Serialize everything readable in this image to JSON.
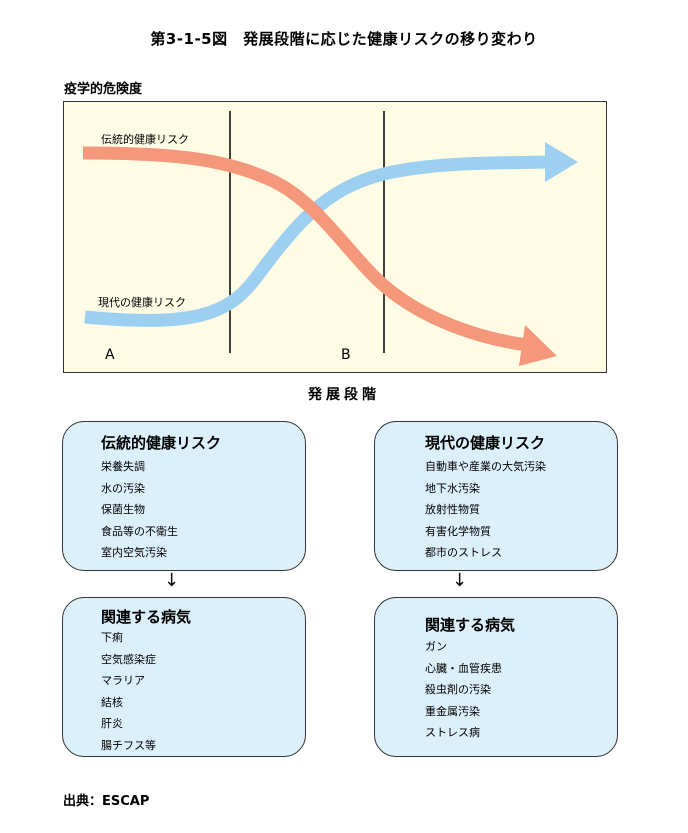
{
  "figure": {
    "title": "第3-1-5図　発展段階に応じた健康リスクの移り変わり",
    "y_axis_label": "疫学的危険度",
    "x_axis_label": "発展段階",
    "curves": [
      {
        "name": "伝統的健康リスク",
        "color": "#f4977a"
      },
      {
        "name": "現代の健康リスク",
        "color": "#9ccff0"
      }
    ],
    "stage_labels": [
      "A",
      "B"
    ],
    "chart_background": "#fffce6",
    "box_background": "#dcf0fb"
  },
  "boxes": {
    "traditional_risk": {
      "title": "伝統的健康リスク",
      "items": [
        "栄養失調",
        "水の汚染",
        "保菌生物",
        "食品等の不衛生",
        "室内空気汚染"
      ]
    },
    "modern_risk": {
      "title": "現代の健康リスク",
      "items": [
        "自動車や産業の大気汚染",
        "地下水汚染",
        "放射性物質",
        "有害化学物質",
        "都市のストレス"
      ]
    },
    "traditional_diseases": {
      "title": "関連する病気",
      "items": [
        "下痢",
        "空気感染症",
        "マラリア",
        "結核",
        "肝炎",
        "腸チフス等"
      ]
    },
    "modern_diseases": {
      "title": "関連する病気",
      "items": [
        "ガン",
        "心臓・血管疾患",
        "殺虫剤の汚染",
        "重金属汚染",
        "ストレス病"
      ]
    }
  },
  "flow_arrow": "↓",
  "source": "出典：ESCAP"
}
